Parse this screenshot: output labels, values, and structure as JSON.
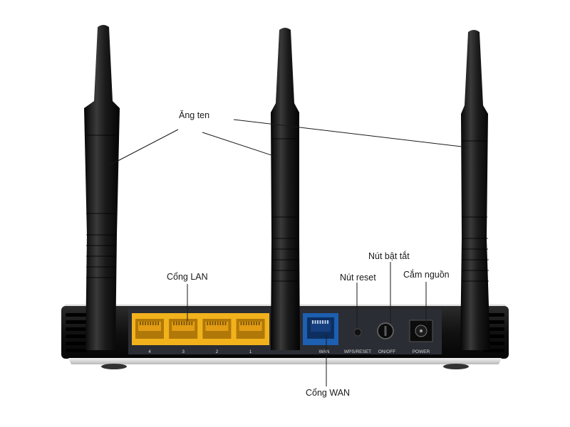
{
  "callouts": {
    "antenna": "Ăng ten",
    "lan": "Cổng LAN",
    "reset": "Nút reset",
    "onoff": "Nút bật tắt",
    "power": "Cắm nguồn",
    "wan": "Cổng WAN"
  },
  "ports": {
    "lan": [
      "4",
      "3",
      "2",
      "1"
    ],
    "wan": "WAN",
    "wps_reset": "WPS/RESET",
    "on_off": "ON/OFF",
    "power": "POWER"
  },
  "colors": {
    "lan_port": "#f2b21c",
    "wan_port": "#1d5fb0",
    "body": "#121212",
    "panel": "#2a2d33",
    "antenna": "#151515"
  }
}
